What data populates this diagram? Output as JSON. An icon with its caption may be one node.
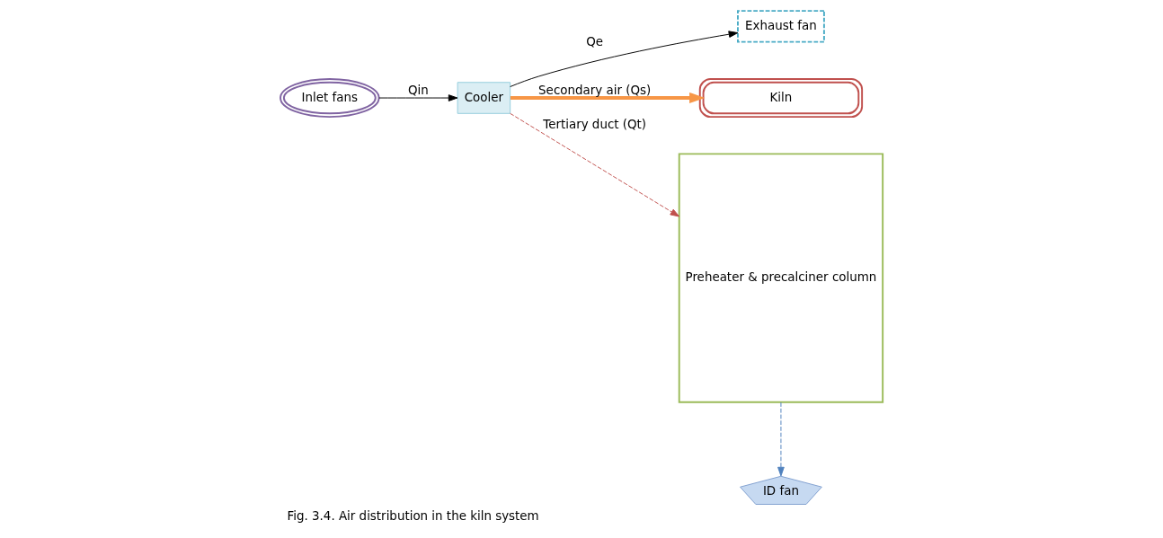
{
  "diagram": {
    "caption": "Fig. 3.4. Air distribution in the kiln system",
    "nodes": [
      {
        "text": [
          "ID fan"
        ]
      },
      {
        "text": [
          "Exhaust fan"
        ]
      },
      {
        "text": [
          "Inlet fans"
        ]
      },
      {
        "text": [
          "Cooler"
        ]
      },
      {
        "text": [
          "Kiln"
        ]
      },
      {
        "text": [
          "Preheater & precalciner column"
        ]
      }
    ],
    "edges": [
      {
        "from": 2,
        "to": 3,
        "arrow": "to",
        "label": "Qin"
      },
      {
        "from": 3,
        "to": 1,
        "arrow": "to",
        "label": "Qe"
      },
      {
        "from": 3,
        "to": 4,
        "arrow": "to",
        "label": "Secondary air (Qs)",
        "style": "thick",
        "color": "#f79646"
      },
      {
        "from": 3,
        "to": 5,
        "arrow": "to",
        "label": "Tertiary duct (Qt)",
        "style": "dashed",
        "color": "#c0504d"
      },
      {
        "from": 5,
        "to": 0,
        "arrow": "to",
        "style": "dashed",
        "color": "#4f81bd"
      }
    ]
  }
}
